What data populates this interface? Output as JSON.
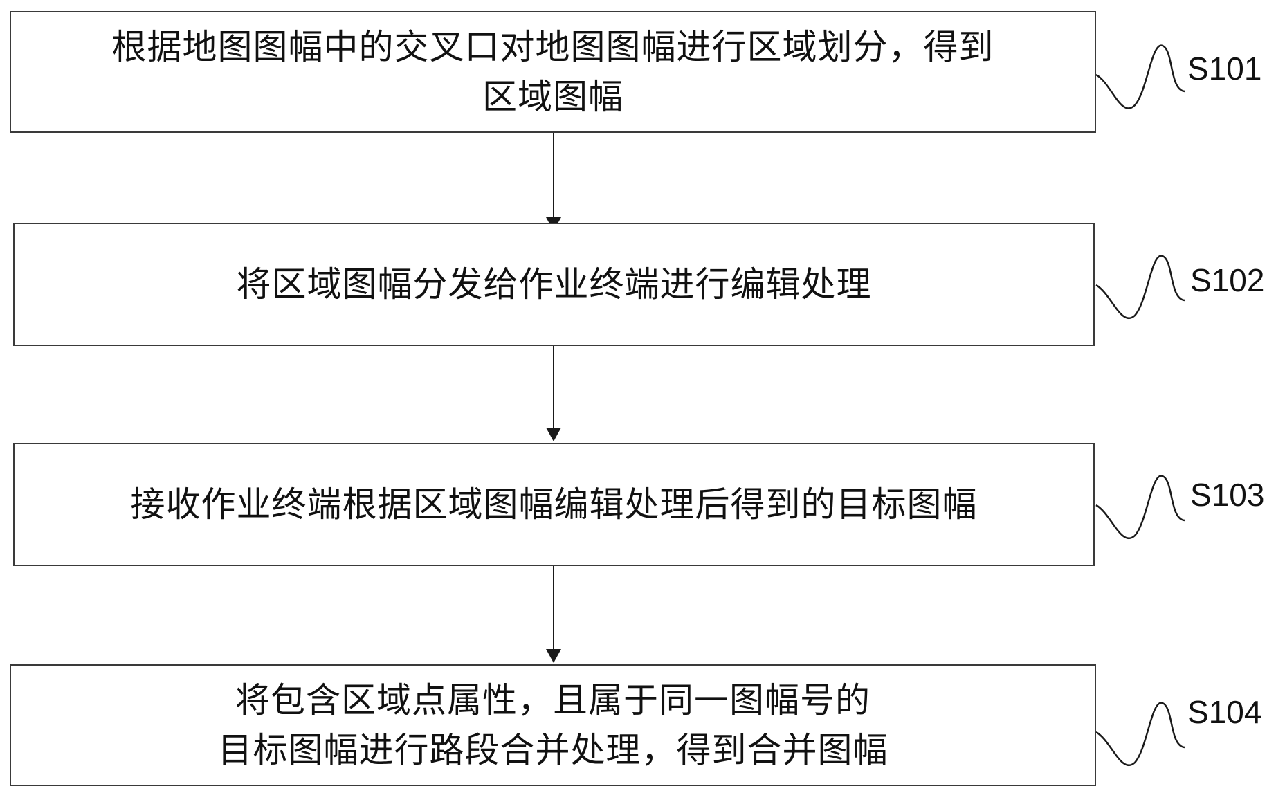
{
  "steps": [
    {
      "id": "S101",
      "text": "根据地图图幅中的交叉口对地图图幅进行区域划分，得到\n区域图幅"
    },
    {
      "id": "S102",
      "text": "将区域图幅分发给作业终端进行编辑处理"
    },
    {
      "id": "S103",
      "text": "接收作业终端根据区域图幅编辑处理后得到的目标图幅"
    },
    {
      "id": "S104",
      "text": "将包含区域点属性，且属于同一图幅号的\n目标图幅进行路段合并处理，得到合并图幅"
    }
  ],
  "colors": {
    "line": "#1a1a1a",
    "box_border": "#3a3a3a",
    "text": "#111111"
  }
}
